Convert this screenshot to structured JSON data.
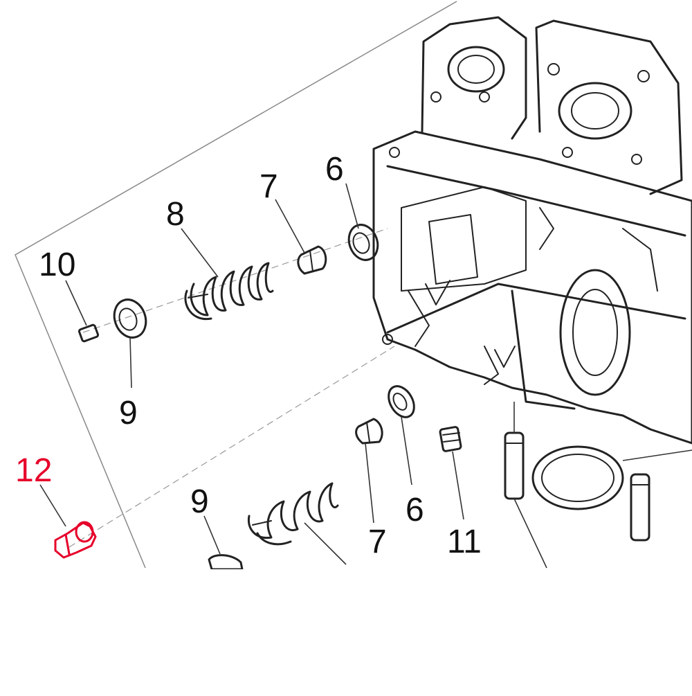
{
  "labels": {
    "l6a": "6",
    "l7a": "7",
    "l8a": "8",
    "l10": "10",
    "l9a": "9",
    "l12": "12",
    "l9b": "9",
    "l7b": "7",
    "l6b": "6",
    "l11": "11"
  },
  "colors": {
    "highlight": "#e6002a",
    "line": "#222222"
  }
}
